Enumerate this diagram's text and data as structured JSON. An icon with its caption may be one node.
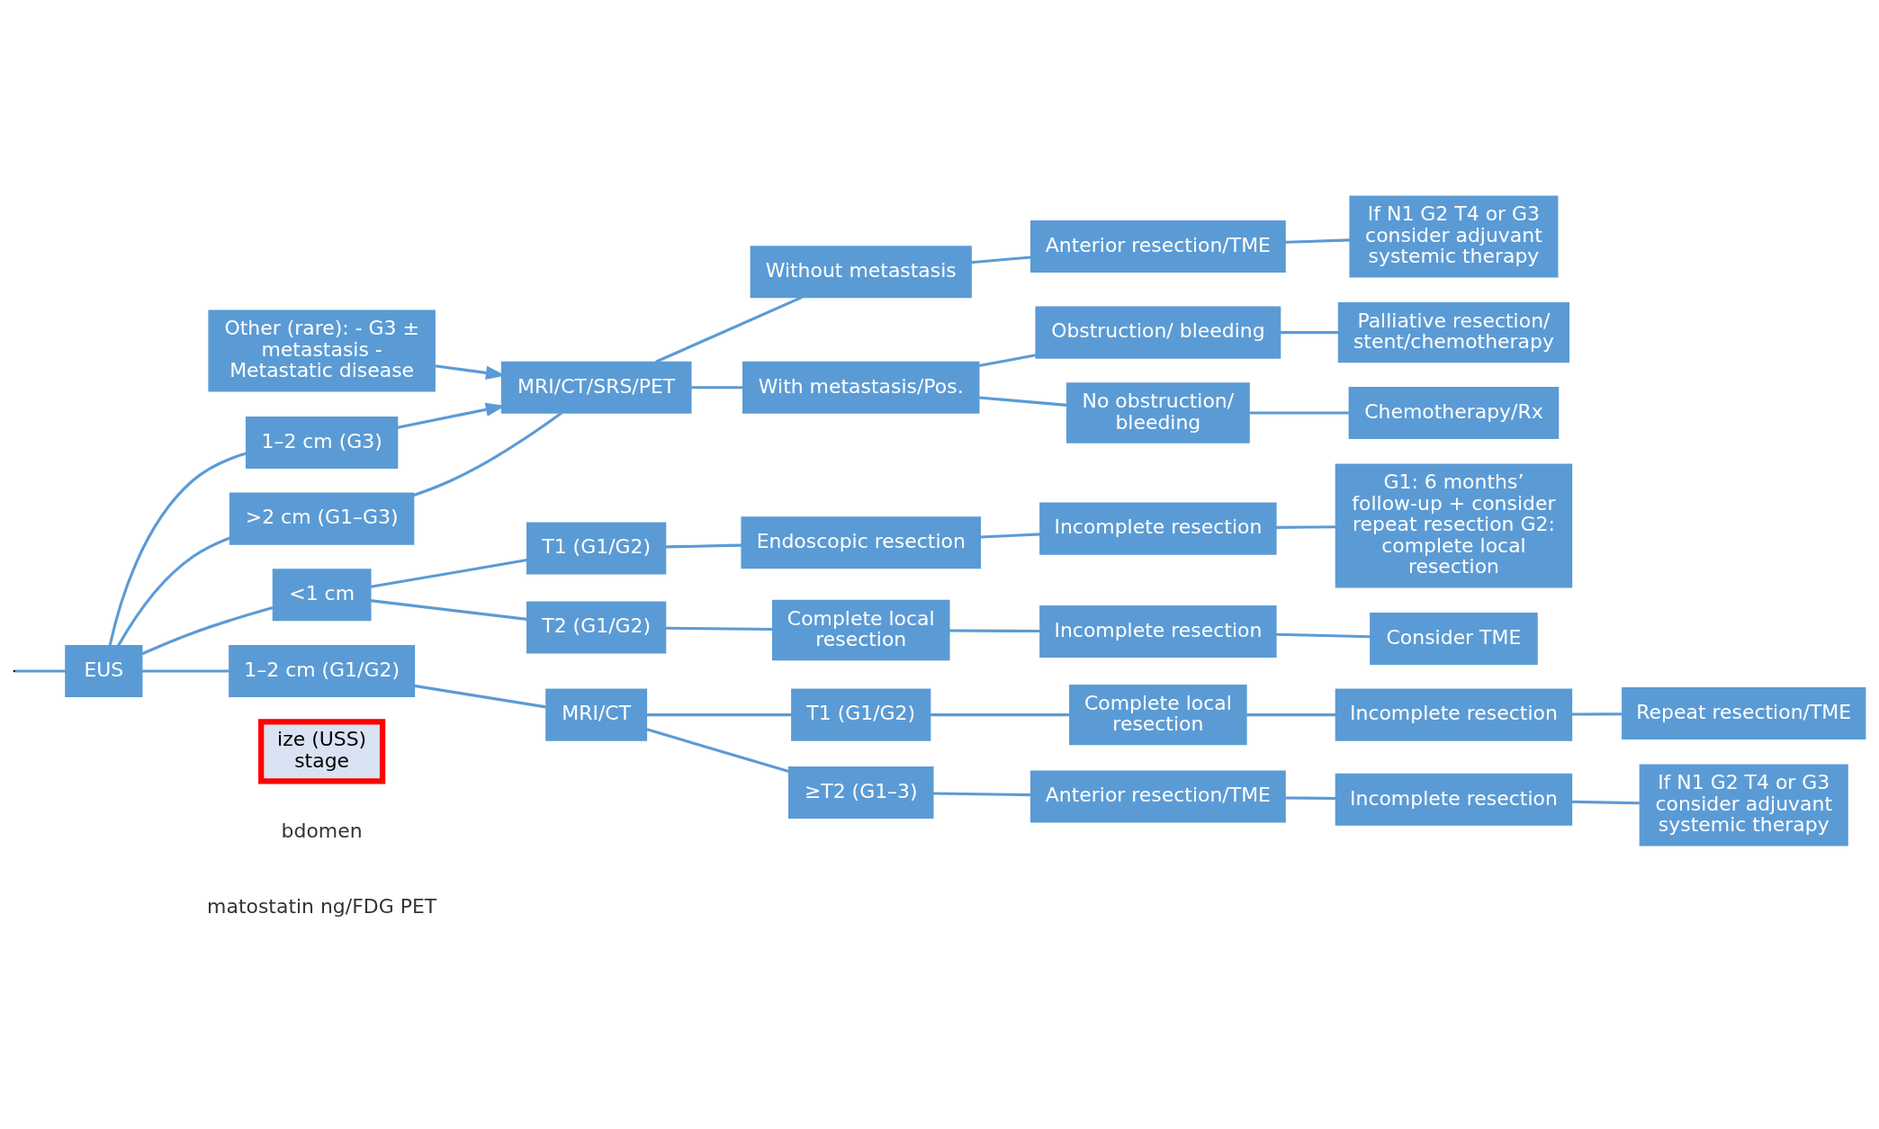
{
  "diagram": {
    "nodes": [
      {
        "text": [
          "EUS"
        ]
      },
      {
        "text": [
          "<1 cm"
        ]
      },
      {
        "text": [
          "T1 (G1/G2)"
        ]
      },
      {
        "text": [
          "Endoscopic resection"
        ]
      },
      {
        "text": [
          "Incomplete resection"
        ]
      },
      {
        "text": [
          "G1: 6 months’ follow-up + consider repeat resection G2: complete local resection"
        ]
      },
      {
        "text": [
          "T2 (G1/G2)"
        ]
      },
      {
        "text": [
          "Complete local resection"
        ]
      },
      {
        "text": [
          "Incomplete resection"
        ]
      },
      {
        "text": [
          "Consider TME"
        ]
      },
      {
        "text": [
          "Other (rare): - G3 ± metastasis - Metastatic disease"
        ]
      },
      {
        "text": [
          "1–2 cm (G1/G2)"
        ]
      },
      {
        "text": [
          "MRI/CT"
        ]
      },
      {
        "text": [
          "T1 (G1/G2)"
        ]
      },
      {
        "text": [
          "Complete local resection"
        ]
      },
      {
        "text": [
          "Incomplete resection"
        ]
      },
      {
        "text": [
          "Repeat resection/TME"
        ]
      },
      {
        "text": [
          "≥T2 (G1–3)"
        ]
      },
      {
        "text": [
          "Anterior resection/TME"
        ]
      },
      {
        "text": [
          "Incomplete resection"
        ]
      },
      {
        "text": [
          "If N1 G2 T4 or G3 consider adjuvant systemic therapy"
        ]
      },
      {
        "text": [
          "1–2 cm (G3)"
        ]
      },
      {
        "text": [
          ">2 cm (G1–G3)"
        ]
      },
      {
        "text": [
          "MRI/CT/SRS/PET"
        ]
      },
      {
        "text": [
          "Without metastasis"
        ]
      },
      {
        "text": [
          "Anterior resection/TME"
        ]
      },
      {
        "text": [
          "If N1 G2 T4 or G3 consider adjuvant systemic therapy"
        ]
      },
      {
        "text": [
          "With metastasis/Pos."
        ]
      },
      {
        "text": [
          "Obstruction/ bleeding"
        ]
      },
      {
        "text": [
          "Palliative resection/ stent/chemotherapy"
        ]
      },
      {
        "text": [
          "No obstruction/ bleeding"
        ]
      },
      {
        "text": [
          "Chemotherapy/Rx"
        ]
      },
      {
        "text": [
          "ize (USS)",
          "stage"
        ]
      }
    ],
    "edges": [
      {
        "from": null,
        "to": 0,
        "arrow": "none"
      },
      {
        "from": 0,
        "to": 1,
        "arrow": "none"
      },
      {
        "from": 1,
        "to": 2,
        "arrow": "none"
      },
      {
        "from": 2,
        "to": 3,
        "arrow": "none"
      },
      {
        "from": 3,
        "to": 4,
        "arrow": "none"
      },
      {
        "from": 4,
        "to": 5,
        "arrow": "none"
      },
      {
        "from": 1,
        "to": 6,
        "arrow": "none"
      },
      {
        "from": 6,
        "to": 7,
        "arrow": "none"
      },
      {
        "from": 7,
        "to": 8,
        "arrow": "none"
      },
      {
        "from": 8,
        "to": 9,
        "arrow": "none"
      },
      {
        "from": 0,
        "to": 11,
        "arrow": "none"
      },
      {
        "from": 11,
        "to": 12,
        "arrow": "none"
      },
      {
        "from": 12,
        "to": 13,
        "arrow": "none"
      },
      {
        "from": 13,
        "to": 14,
        "arrow": "none"
      },
      {
        "from": 14,
        "to": 15,
        "arrow": "none"
      },
      {
        "from": 15,
        "to": 16,
        "arrow": "none"
      },
      {
        "from": 12,
        "to": 17,
        "arrow": "none"
      },
      {
        "from": 17,
        "to": 18,
        "arrow": "none"
      },
      {
        "from": 18,
        "to": 19,
        "arrow": "none"
      },
      {
        "from": 19,
        "to": 20,
        "arrow": "none"
      },
      {
        "from": 0,
        "to": 21,
        "arrow": "none"
      },
      {
        "from": 21,
        "to": 23,
        "arrow": "to"
      },
      {
        "from": 10,
        "to": 23,
        "arrow": "to"
      },
      {
        "from": 0,
        "to": 22,
        "arrow": "none"
      },
      {
        "from": 22,
        "to": 23,
        "arrow": "none"
      },
      {
        "from": 23,
        "to": 24,
        "arrow": "none"
      },
      {
        "from": 24,
        "to": 25,
        "arrow": "none"
      },
      {
        "from": 25,
        "to": 26,
        "arrow": "none"
      },
      {
        "from": 23,
        "to": 27,
        "arrow": "none"
      },
      {
        "from": 27,
        "to": 28,
        "arrow": "none"
      },
      {
        "from": 28,
        "to": 29,
        "arrow": "none"
      },
      {
        "from": 27,
        "to": 30,
        "arrow": "none"
      },
      {
        "from": 30,
        "to": 31,
        "arrow": "none"
      }
    ],
    "labels": [
      "bdomen",
      "matostatin ng/FDG PET"
    ]
  }
}
